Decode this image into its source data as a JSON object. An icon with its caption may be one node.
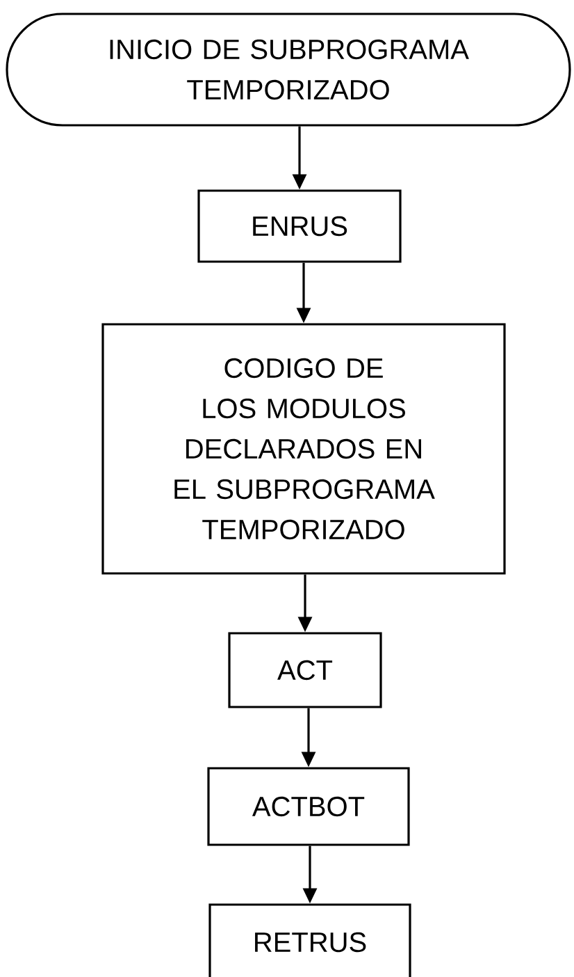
{
  "diagram": {
    "nodes": [
      {
        "text": [
          "INICIO DE SUBPROGRAMA TEMPORIZADO"
        ]
      },
      {
        "text": [
          "ENRUS"
        ]
      },
      {
        "text": [
          "CODIGO DE LOS MODULOS DECLARADOS EN EL SUBPROGRAMA TEMPORIZADO"
        ]
      },
      {
        "text": [
          "ACT"
        ]
      },
      {
        "text": [
          "ACTBOT"
        ]
      },
      {
        "text": [
          "RETRUS"
        ]
      }
    ],
    "edges": [
      {
        "from": 0,
        "to": 1,
        "arrow": "to"
      },
      {
        "from": 1,
        "to": 2,
        "arrow": "to"
      },
      {
        "from": 2,
        "to": 3,
        "arrow": "to"
      },
      {
        "from": 3,
        "to": 4,
        "arrow": "to"
      },
      {
        "from": 4,
        "to": 5,
        "arrow": "to"
      }
    ]
  }
}
